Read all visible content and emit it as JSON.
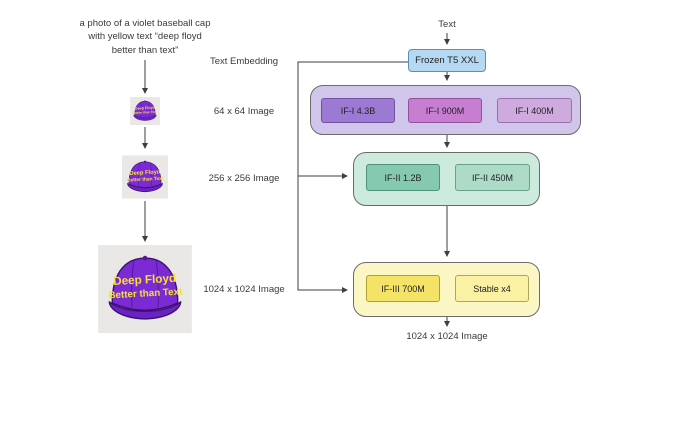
{
  "prompt": {
    "text": "a photo of a violet baseball cap\nwith yellow text “deep floyd\nbetter than text”"
  },
  "cap": {
    "line1": "Deep Floyd",
    "line2": "Better than Text"
  },
  "left_labels": {
    "text_embedding": "Text Embedding",
    "img64": "64 x 64 Image",
    "img256": "256 x 256 Image",
    "img1024": "1024 x 1024 Image"
  },
  "pipeline": {
    "input_label": "Text",
    "encoder": "Frozen T5 XXL",
    "stage1": {
      "models": [
        "IF-I 4.3B",
        "IF-I 900M",
        "IF-I 400M"
      ]
    },
    "stage2": {
      "models": [
        "IF-II 1.2B",
        "IF-II 450M"
      ]
    },
    "stage3": {
      "models": [
        "IF-III 700M",
        "Stable x4"
      ]
    },
    "output_label": "1024 x 1024 Image"
  },
  "colors": {
    "encoder_fill": "#b5d9f2",
    "stage1_fill": "#d0c6ec",
    "stage2_fill": "#cdebdd",
    "stage3_fill": "#fcf6c5",
    "cap_violet": "#7b2ad4",
    "cap_text_yellow": "#f8e032",
    "line": "#3f3f3f"
  }
}
